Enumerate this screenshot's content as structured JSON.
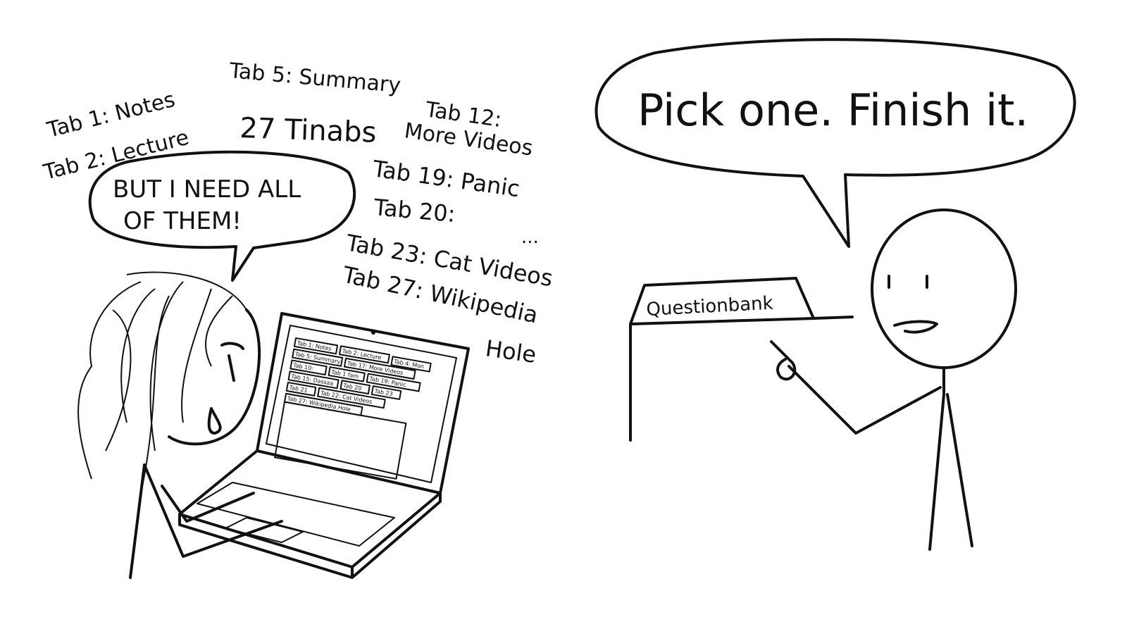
{
  "left_panel": {
    "floating_tabs": [
      "Tab 1: Notes",
      "Tab 2: Lecture",
      "Tab 5: Summary",
      "27 Tinabs",
      "Tab 12:",
      "More Videos",
      "Tab 19: Panic",
      "Tab 20:",
      "...",
      "Tab 23: Cat Videos",
      "Tab 27: Wikipedia",
      "Hole"
    ],
    "speech_bubble": [
      "BUT I NEED ALL",
      "OF THEM!"
    ],
    "laptop_tabs": [
      "Tab 1: Notes",
      "Tab 2: Lecture",
      "Tab 4: Mon",
      "Tab 5: Summary",
      "Tab 17: More Videos",
      "Tab 10:",
      "Tab 1 fam",
      "Tab 19: Panic",
      "Tab 15: Dassaa",
      "Tab 20",
      "Tab 23",
      "Tab 21",
      "Tab 22: Cat Videos",
      "Tab 27: Wikipedia Hole"
    ]
  },
  "right_panel": {
    "speech_bubble": "Pick one. Finish it.",
    "folder_label": "Questionbank"
  }
}
